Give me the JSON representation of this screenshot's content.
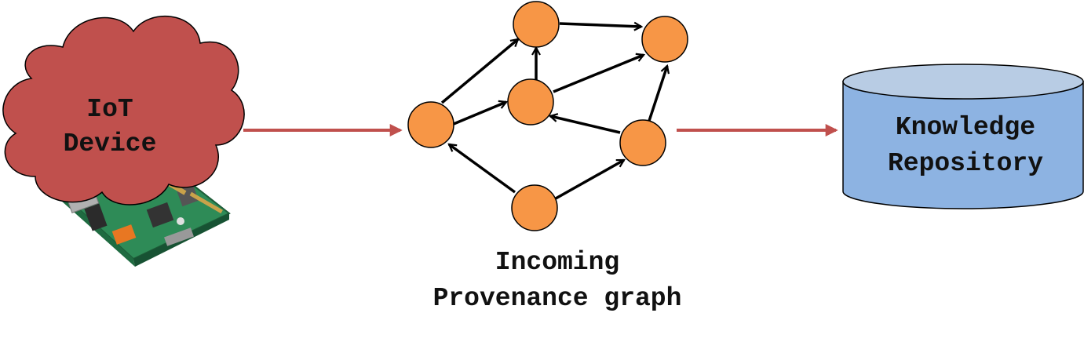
{
  "iot_device": {
    "label_line1": "IoT",
    "label_line2": "Device",
    "board_icon": "raspberry-pi-board-icon"
  },
  "knowledge_repository": {
    "label_line1": "Knowledge",
    "label_line2": "Repository",
    "shape": "cylinder"
  },
  "provenance_graph": {
    "caption_line1": "Incoming",
    "caption_line2": "Provenance graph",
    "nodes": [
      "n-top",
      "n-upper-right",
      "n-middle",
      "n-left",
      "n-right",
      "n-bottom"
    ],
    "edges": [
      [
        "n-top",
        "n-upper-right"
      ],
      [
        "n-left",
        "n-top"
      ],
      [
        "n-middle",
        "n-top"
      ],
      [
        "n-middle",
        "n-upper-right"
      ],
      [
        "n-left",
        "n-middle"
      ],
      [
        "n-right",
        "n-upper-right"
      ],
      [
        "n-right",
        "n-middle"
      ],
      [
        "n-bottom",
        "n-left"
      ],
      [
        "n-bottom",
        "n-right"
      ]
    ]
  },
  "colors": {
    "cloud": "#c0504d",
    "node": "#f79646",
    "cylinder_body": "#8db3e2",
    "cylinder_top": "#b8cce4",
    "flow_arrow": "#c0504d",
    "edge": "#000000"
  }
}
